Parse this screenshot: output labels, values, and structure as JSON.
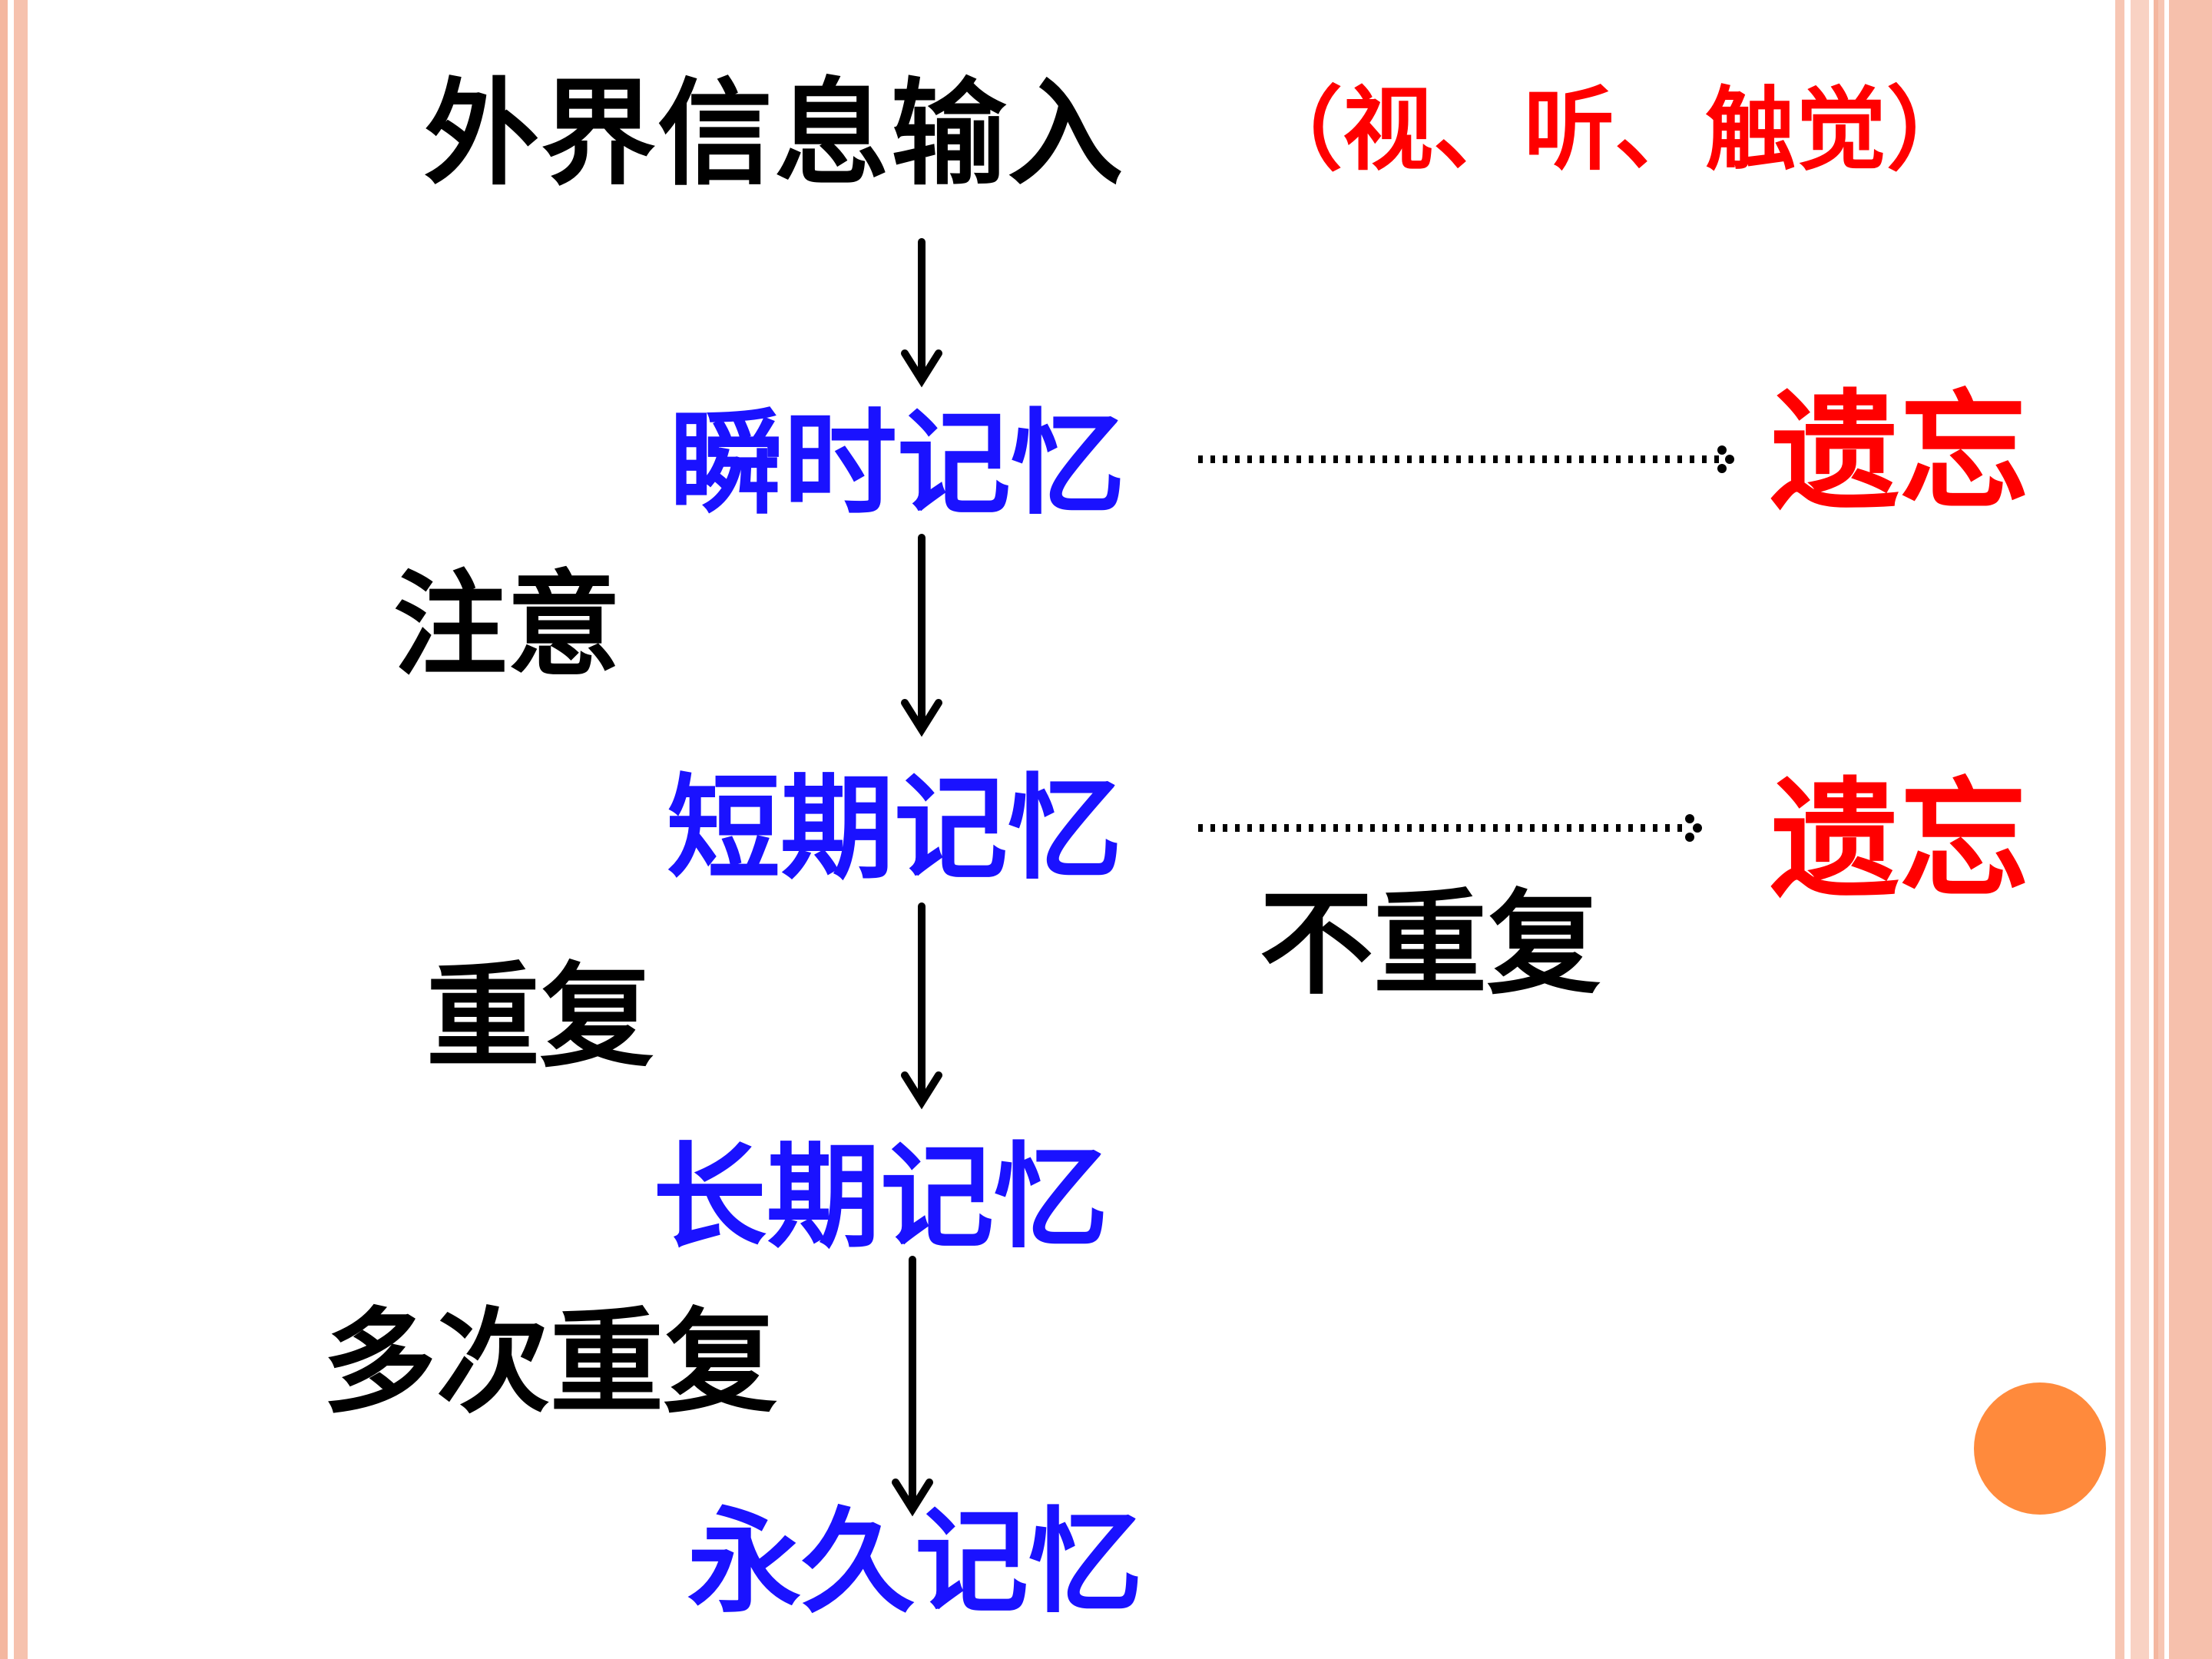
{
  "title": "外界信息输入",
  "senses": "（视、听、触觉）",
  "memory_stages": [
    "瞬时记忆",
    "短期记忆",
    "长期记忆",
    "永久记忆"
  ],
  "forget": [
    "遗忘",
    "遗忘"
  ],
  "transitions": [
    "注意",
    "重复",
    "多次重复"
  ],
  "no_repeat": "不重复",
  "colors": {
    "title_text": "#000000",
    "senses_text": "#ff0000",
    "memory_text": "#1a12ff",
    "forget_text": "#ff0000",
    "accent_dot": "#ff8a3c",
    "frame": "#f4b7a0"
  }
}
